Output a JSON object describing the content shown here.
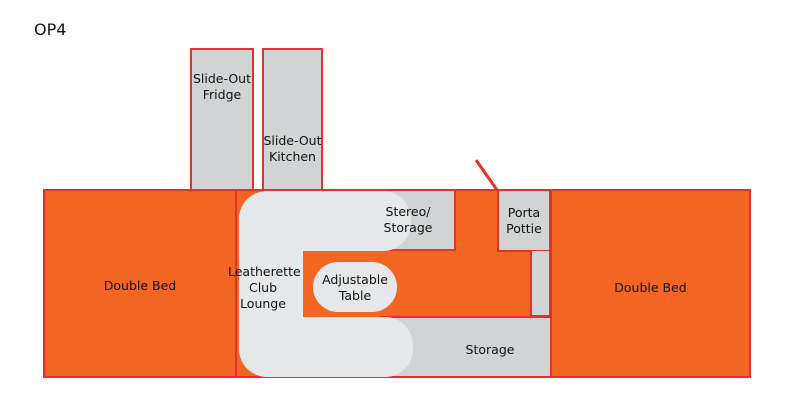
{
  "title": "OP4",
  "rooms": {
    "left_bed": "Double Bed",
    "right_bed": "Double Bed",
    "fridge": "Slide-Out Fridge",
    "kitchen": "Slide-Out Kitchen",
    "lounge": "Leatherette Club Lounge",
    "table": "Adjustable Table",
    "stereo": "Stereo/ Storage",
    "porta_pottie": "Porta Pottie",
    "storage": "Storage"
  },
  "colors": {
    "floor": "#f26522",
    "outline": "#e8302a",
    "fixture": "#d1d3d4",
    "lounge": "#e6e7e8"
  }
}
